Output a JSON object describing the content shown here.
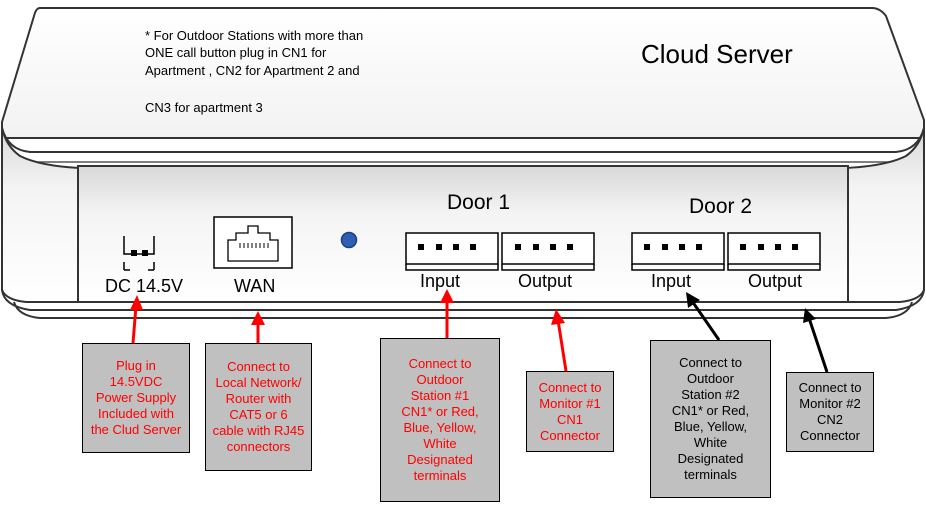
{
  "device": {
    "title": "Cloud Server",
    "note_lines": [
      "* For Outdoor Stations with more than",
      "ONE call button plug in CN1 for",
      "Apartment , CN2 for Apartment 2 and",
      "CN3 for apartment 3"
    ]
  },
  "ports": {
    "dc_label": "DC 14.5V",
    "wan_label": "WAN",
    "door1_label": "Door 1",
    "door2_label": "Door 2",
    "door1_input": "Input",
    "door1_output": "Output",
    "door2_input": "Input",
    "door2_output": "Output"
  },
  "callouts": {
    "power": [
      "Plug in",
      "14.5VDC",
      "Power Supply",
      "Included with",
      "the Clud Server"
    ],
    "wan": [
      "Connect to",
      "Local Network/",
      "Router with",
      "CAT5 or 6",
      "cable with RJ45",
      "connectors"
    ],
    "door1_input": [
      "Connect to",
      "Outdoor",
      "Station #1",
      "CN1* or Red,",
      "Blue, Yellow,",
      "White",
      "Designated",
      "terminals"
    ],
    "door1_output": [
      "Connect to",
      "Monitor #1",
      "CN1",
      "Connector"
    ],
    "door2_input": [
      "Connect to",
      "Outdoor",
      "Station #2",
      "CN1* or Red,",
      "Blue, Yellow,",
      "White",
      "Designated",
      "terminals"
    ],
    "door2_output": [
      "Connect to",
      "Monitor #2",
      "CN2",
      "Connector"
    ]
  },
  "colors": {
    "callout_fill": "#c0c0c0",
    "door1_arrow": "#ff0000",
    "door2_arrow": "#000000",
    "led": "#2f5fb3"
  }
}
